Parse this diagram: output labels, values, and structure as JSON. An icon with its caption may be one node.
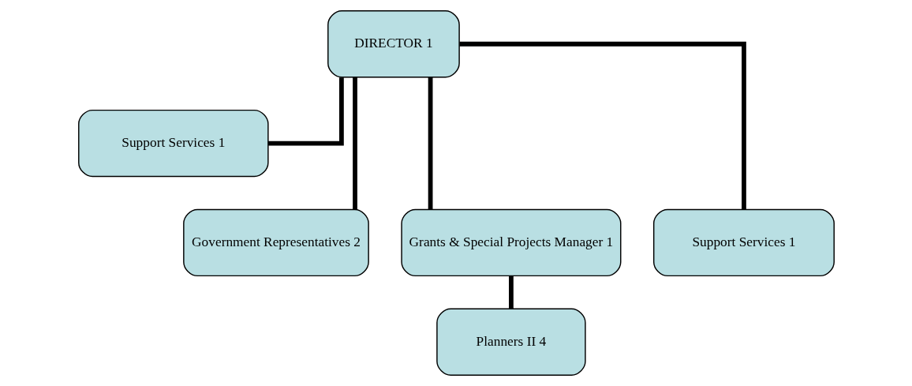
{
  "diagram": {
    "nodes": [
      {
        "text": [
          "DIRECTOR 1"
        ]
      },
      {
        "text": [
          "Support Services 1"
        ]
      },
      {
        "text": [
          "Government Representatives 2"
        ]
      },
      {
        "text": [
          "Grants & Special Projects Manager 1"
        ]
      },
      {
        "text": [
          "Support Services 1"
        ]
      },
      {
        "text": [
          "Planners II 4"
        ]
      }
    ],
    "edges": [
      {
        "from": 0,
        "to": 1,
        "arrow": "none"
      },
      {
        "from": 0,
        "to": 2,
        "arrow": "none"
      },
      {
        "from": 0,
        "to": 3,
        "arrow": "none"
      },
      {
        "from": 0,
        "to": 4,
        "arrow": "none"
      },
      {
        "from": 3,
        "to": 5,
        "arrow": "none"
      }
    ]
  }
}
